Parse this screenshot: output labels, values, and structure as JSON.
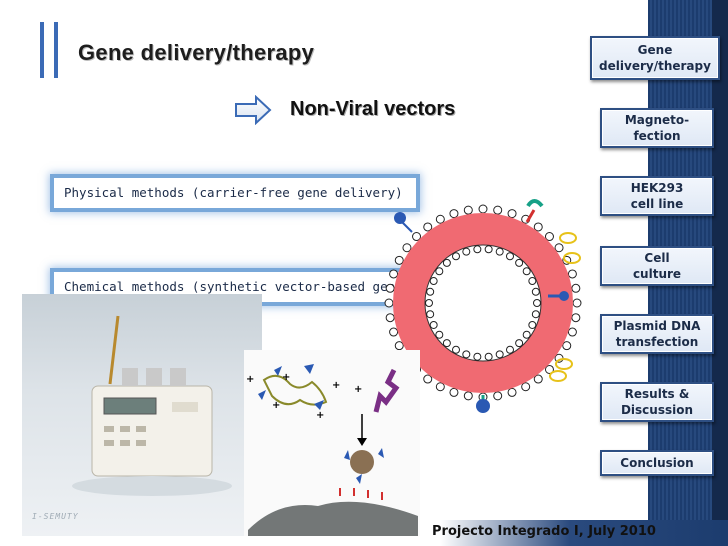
{
  "title": "Gene delivery/therapy",
  "subtitle": "Non-Viral vectors",
  "methods": {
    "physical": "Physical methods (carrier-free gene delivery)",
    "chemical": "Chemical methods (synthetic vector-based gene delivery"
  },
  "nav": {
    "items": [
      "Gene delivery/therapy",
      "Magneto-fection",
      "HEK293 cell line",
      "Cell culture",
      "Plasmid DNA transfection",
      "Results & Discussion",
      "Conclusion"
    ],
    "lines": [
      [
        "Gene",
        "delivery/therapy"
      ],
      [
        "Magneto-",
        "fection"
      ],
      [
        "HEK293",
        "cell line"
      ],
      [
        "Cell",
        "culture"
      ],
      [
        "Plasmid DNA",
        "transfection"
      ],
      [
        "Results &",
        "Discussion"
      ],
      [
        "Conclusion",
        ""
      ]
    ]
  },
  "footer": "Projecto Integrado I, July 2010",
  "device_caption": "I-SEMUTY",
  "colors": {
    "accent_blue": "#3b6bb6",
    "nav_border": "#2e4f83",
    "liposome_red": "#f06a72",
    "band_blue": "#1c3c6e"
  },
  "icons": [
    "right-arrow-icon",
    "liposome-diagram",
    "cell-transfection-diagram",
    "electroporation-device-photo"
  ]
}
